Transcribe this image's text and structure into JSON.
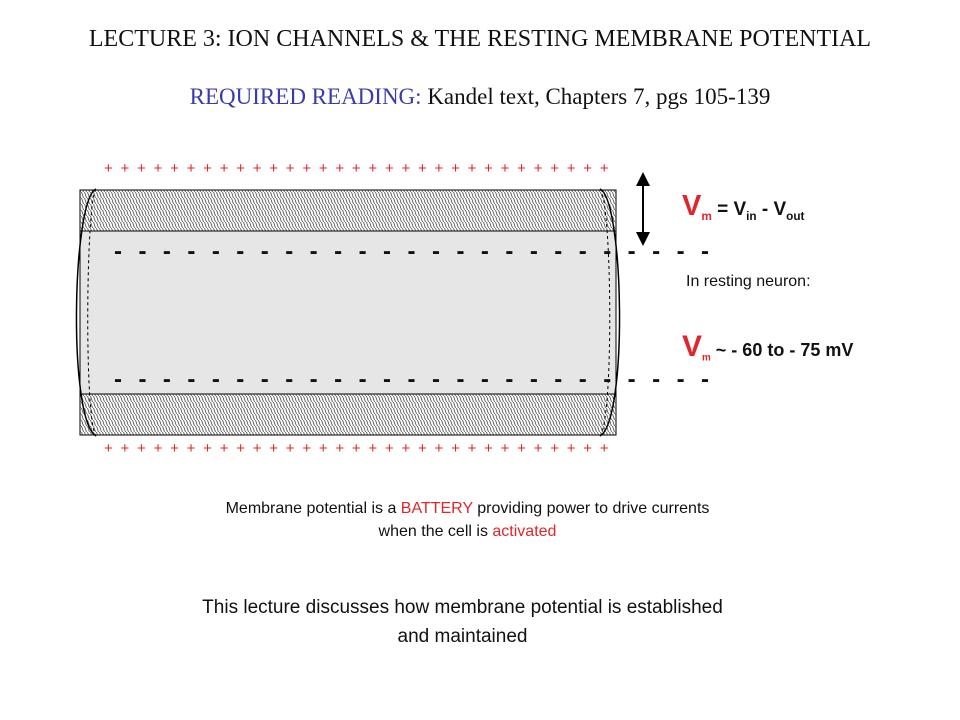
{
  "title": "LECTURE 3:   ION CHANNELS & THE RESTING MEMBRANE POTENTIAL",
  "reading": {
    "label": "REQUIRED READING:",
    "text": "Kandel text,  Chapters 7,  pgs 105-139"
  },
  "diagram": {
    "outside_charges": "+ + + + + + + + + + + + + + + + + + + + + + + + + + + + + + +",
    "inside_charges": "- - - - - - - - - - - - - - - - - - - - - - - - -"
  },
  "equation": {
    "lhs": "V",
    "lhs_sub": "m",
    "eq": " = V",
    "in_sub": "in",
    "minus": " - V",
    "out_sub": "out"
  },
  "resting": {
    "label": "In resting neuron:",
    "v": "V",
    "v_sub": "m",
    "value": " ~ - 60 to - 75 mV"
  },
  "battery": {
    "p1": "Membrane potential is a ",
    "highlight1": "BATTERY",
    "p2": " providing power to drive currents",
    "p3": "when the cell is ",
    "highlight2": "activated"
  },
  "lecture": {
    "line1": "This lecture discusses how membrane potential is established",
    "line2": "and maintained"
  },
  "colors": {
    "red": "#e0262a",
    "blue": "#3a3ab0",
    "membrane_fill": "#e6e6e6"
  }
}
